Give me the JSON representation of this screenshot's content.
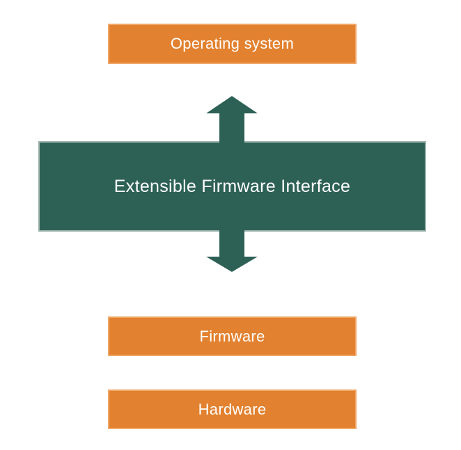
{
  "diagram": {
    "nodes": {
      "operating_system": {
        "label": "Operating system"
      },
      "efi": {
        "label": "Extensible Firmware Interface"
      },
      "firmware": {
        "label": "Firmware"
      },
      "hardware": {
        "label": "Hardware"
      }
    },
    "connectors": [
      {
        "name": "efi-to-operating-system",
        "direction": "up"
      },
      {
        "name": "efi-to-firmware",
        "direction": "down"
      }
    ]
  },
  "colors": {
    "orange_fill": "#E2812F",
    "orange_border": "#F0A868",
    "teal_fill": "#2E6156",
    "teal_border": "#9BB2AB",
    "label_text": "#FFFFFF",
    "background": "#FFFFFF"
  }
}
